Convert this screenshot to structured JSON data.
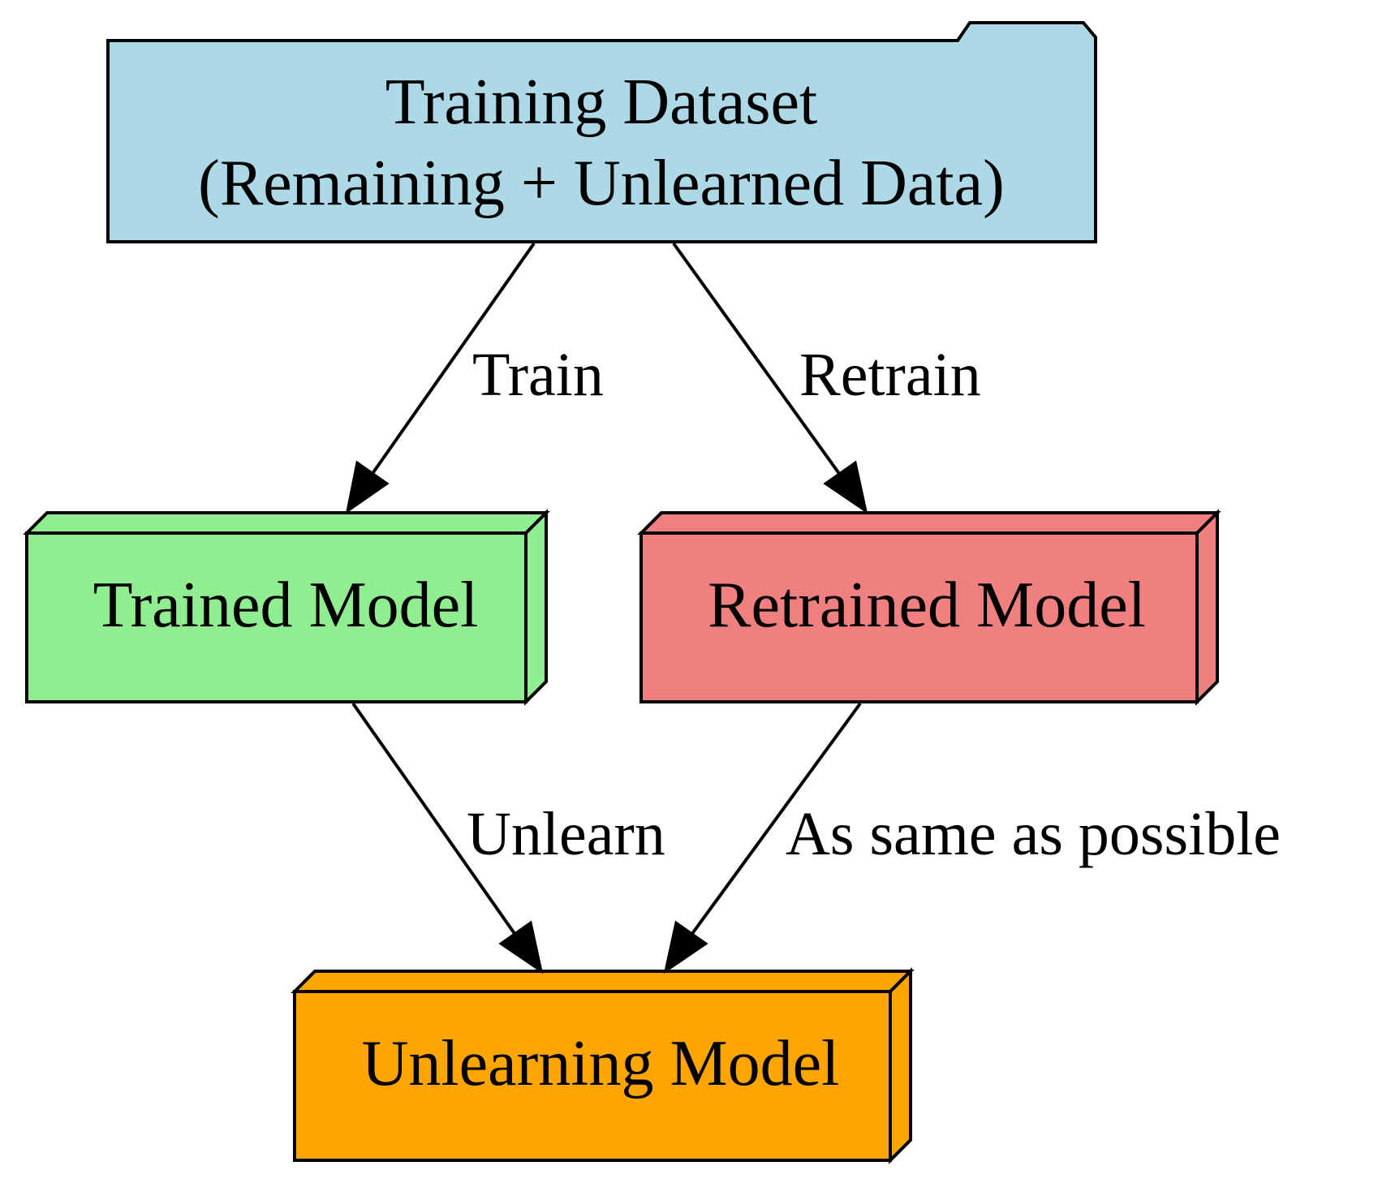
{
  "nodes": {
    "dataset": {
      "line1": "Training Dataset",
      "line2": "(Remaining + Unlearned Data)",
      "color": "#add8e6"
    },
    "trained": {
      "label": "Trained Model",
      "color": "#90ee90"
    },
    "retrained": {
      "label": "Retrained Model",
      "color": "#f08080"
    },
    "unlearning": {
      "label": "Unlearning Model",
      "color": "#ffa500"
    }
  },
  "edges": {
    "train": "Train",
    "retrain": "Retrain",
    "unlearn": "Unlearn",
    "same": "As same as possible"
  }
}
